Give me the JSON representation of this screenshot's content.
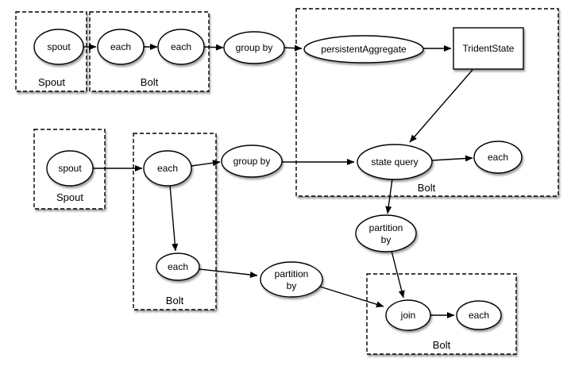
{
  "containers": {
    "spout_top": {
      "label": "Spout"
    },
    "bolt_top": {
      "label": "Bolt"
    },
    "bolt_right": {
      "label": "Bolt"
    },
    "spout_mid": {
      "label": "Spout"
    },
    "bolt_mid": {
      "label": "Bolt"
    },
    "bolt_bottom": {
      "label": "Bolt"
    }
  },
  "nodes": {
    "spout_top": {
      "label": "spout"
    },
    "each_top_1": {
      "label": "each"
    },
    "each_top_2": {
      "label": "each"
    },
    "group_by_top": {
      "label": "group by"
    },
    "persistent_aggregate": {
      "label": "persistentAggregate"
    },
    "trident_state": {
      "label": "TridentState"
    },
    "state_query": {
      "label": "state query"
    },
    "each_state": {
      "label": "each"
    },
    "spout_mid": {
      "label": "spout"
    },
    "each_mid_top": {
      "label": "each"
    },
    "each_mid_bottom": {
      "label": "each"
    },
    "group_by_mid": {
      "label": "group by"
    },
    "partition_by_right": {
      "line1": "partition",
      "line2": "by"
    },
    "partition_by_left": {
      "line1": "partition",
      "line2": "by"
    },
    "join": {
      "label": "join"
    },
    "each_bottom": {
      "label": "each"
    }
  },
  "colors": {
    "stroke": "#000000",
    "node_fill": "#ffffff",
    "background": "#ffffff",
    "text": "#000000"
  }
}
